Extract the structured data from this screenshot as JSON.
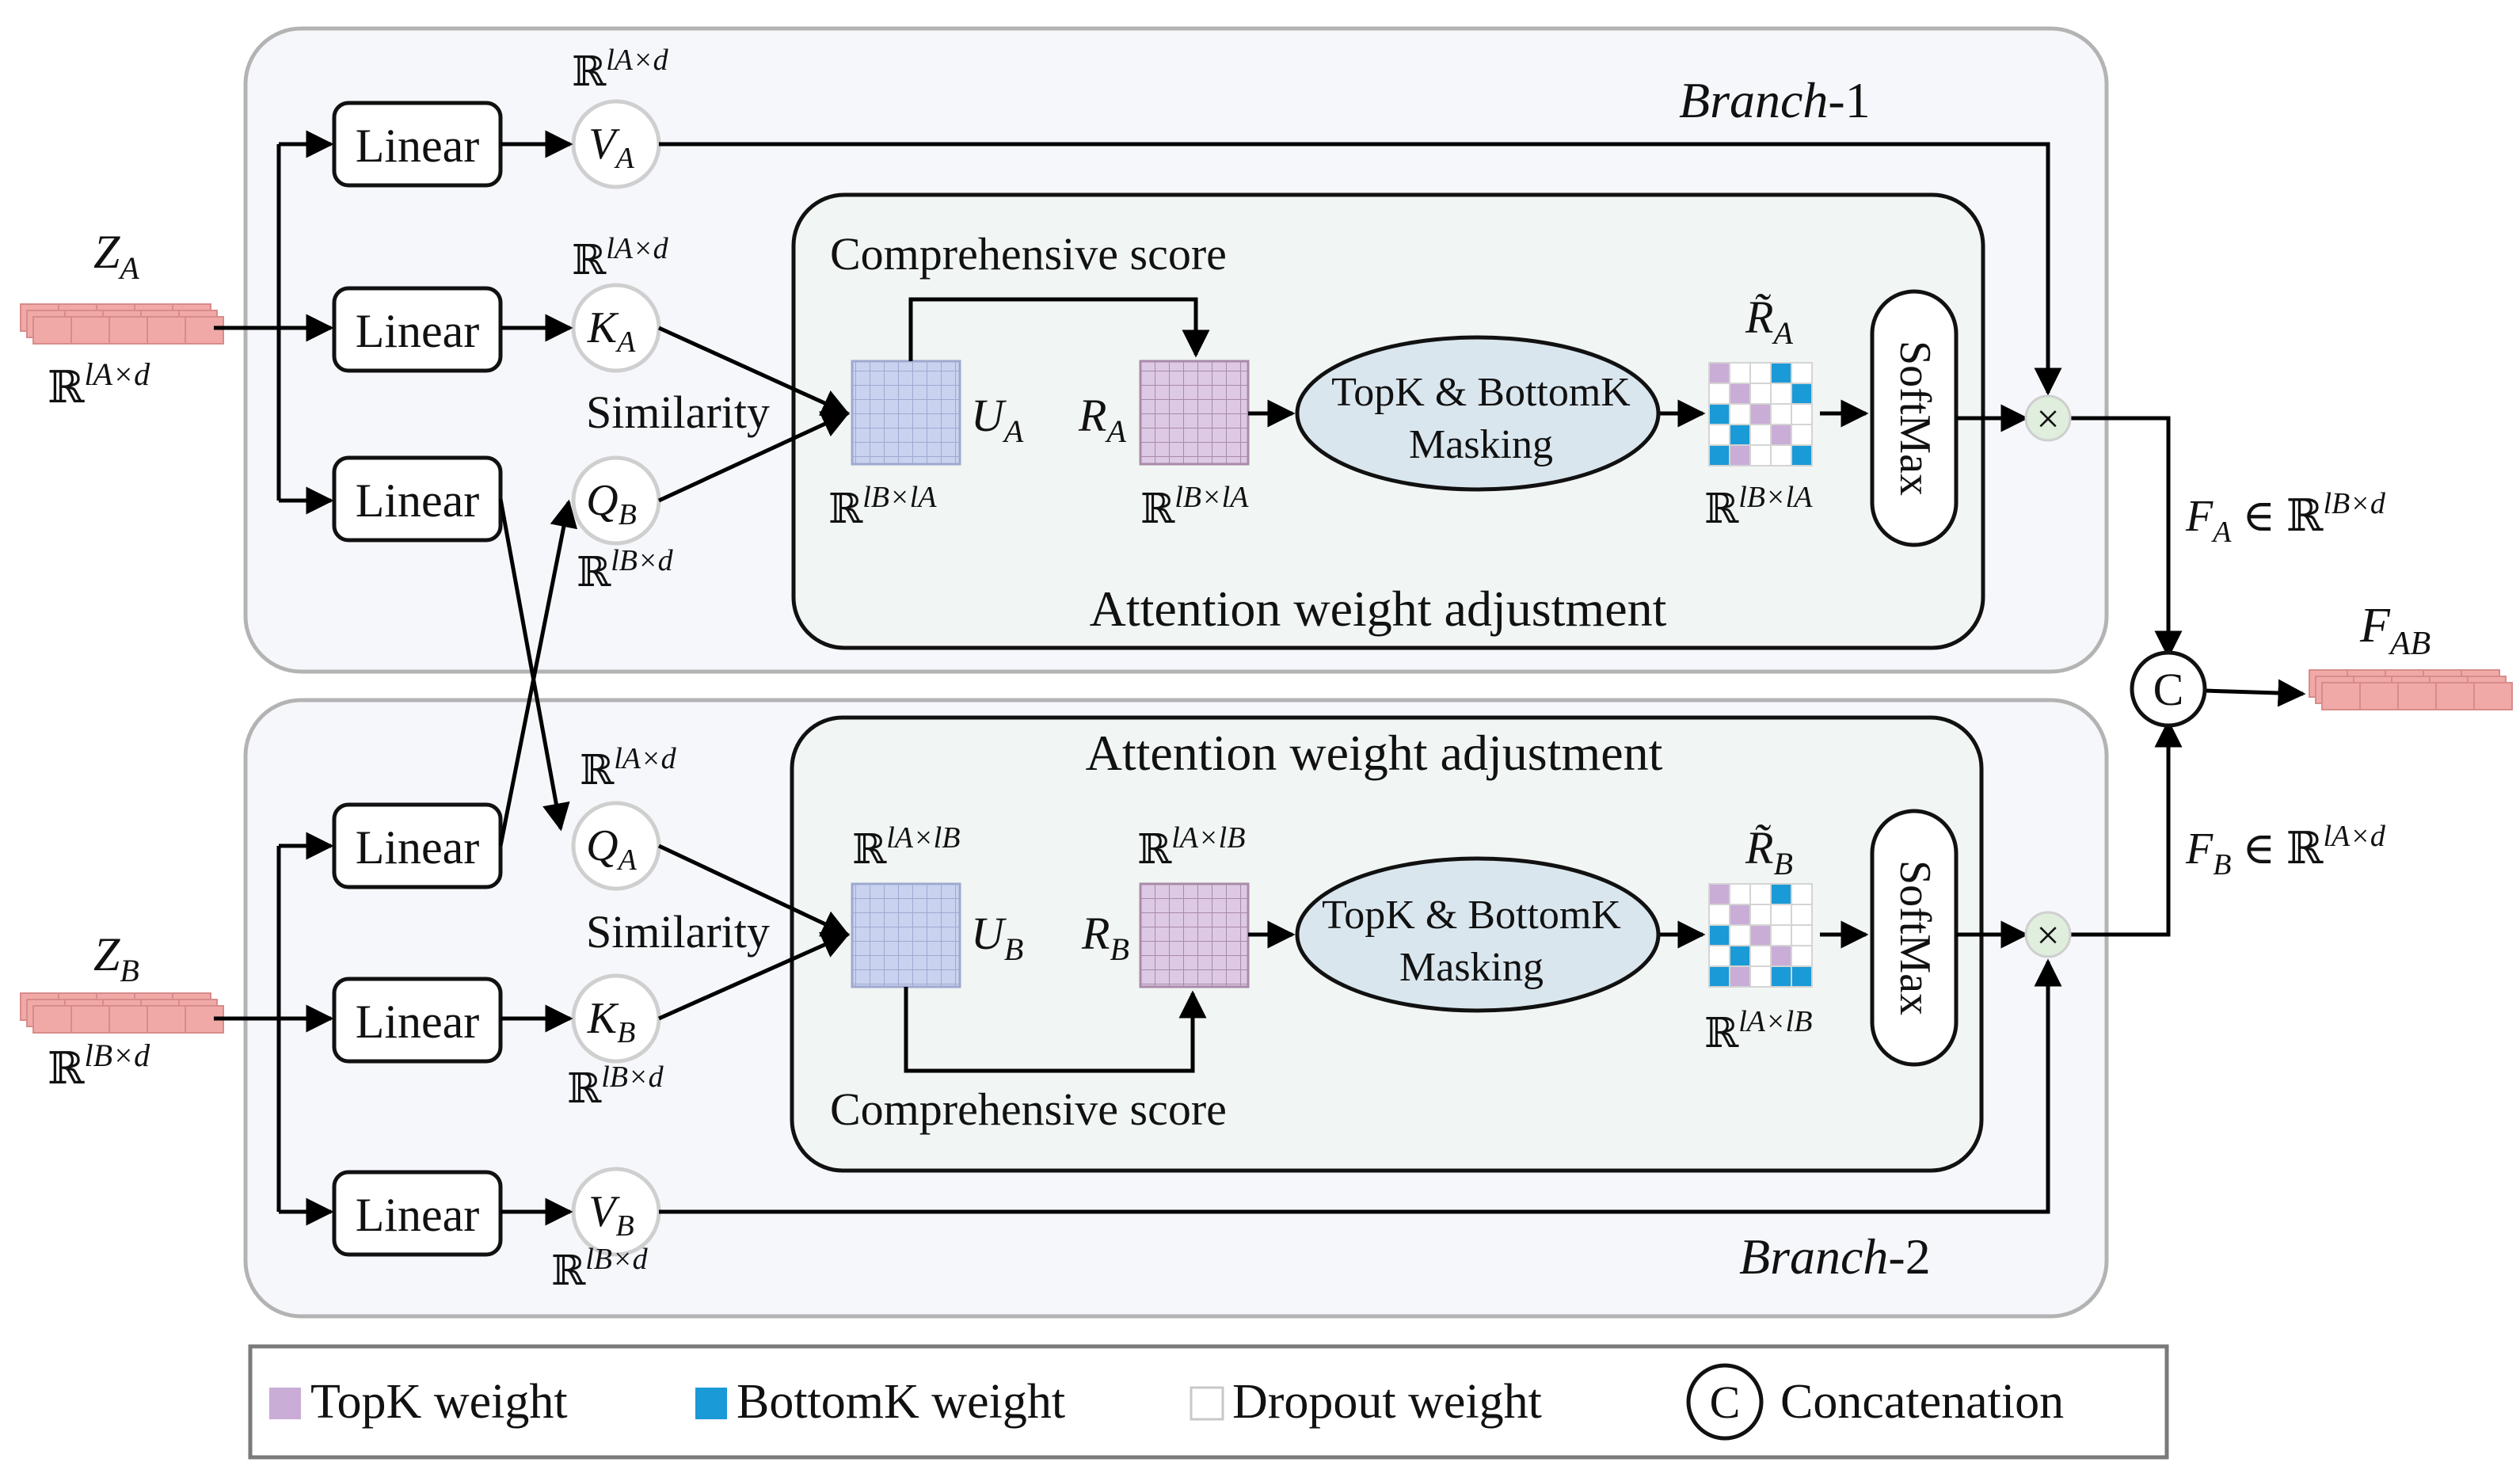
{
  "branch1": {
    "label_italic": "Branch",
    "label_rest": "-1"
  },
  "branch2": {
    "label_italic": "Branch",
    "label_rest": "-2"
  },
  "inputs": {
    "za": {
      "sym": "Z",
      "sub": "A",
      "dim": "ℝ",
      "dim_sup": "lA×d"
    },
    "zb": {
      "sym": "Z",
      "sub": "B",
      "dim": "ℝ",
      "dim_sup": "lB×d"
    }
  },
  "linear_label": "Linear",
  "nodes": {
    "va": {
      "sym": "V",
      "sub": "A",
      "dim": "ℝ",
      "dim_sup": "lA×d"
    },
    "ka": {
      "sym": "K",
      "sub": "A",
      "dim": "ℝ",
      "dim_sup": "lA×d"
    },
    "qb": {
      "sym": "Q",
      "sub": "B",
      "dim": "ℝ",
      "dim_sup": "lB×d"
    },
    "qa": {
      "sym": "Q",
      "sub": "A",
      "dim": "ℝ",
      "dim_sup": "lA×d"
    },
    "kb": {
      "sym": "K",
      "sub": "B",
      "dim": "ℝ",
      "dim_sup": "lB×d"
    },
    "vb": {
      "sym": "V",
      "sub": "B",
      "dim": "ℝ",
      "dim_sup": "lB×d"
    }
  },
  "similarity": "Similarity",
  "comprehensive_score": "Comprehensive score",
  "attention_title": "Attention weight adjustment",
  "masking": {
    "line1": "TopK & BottomK",
    "line2": "Masking"
  },
  "softmax": "SoftMax",
  "upper": {
    "u": {
      "sym": "U",
      "sub": "A",
      "dim": "ℝ",
      "dim_sup": "lB×lA"
    },
    "r": {
      "sym": "R",
      "sub": "A",
      "dim": "ℝ",
      "dim_sup": "lB×lA"
    },
    "rt": {
      "sym": "R̃",
      "sub": "A",
      "dim": "ℝ",
      "dim_sup": "lB×lA"
    },
    "f": {
      "sym": "F",
      "sub": "A",
      "rel": "∈ ℝ",
      "dim_sup": "lB×d"
    }
  },
  "lower": {
    "u": {
      "sym": "U",
      "sub": "B",
      "dim": "ℝ",
      "dim_sup": "lA×lB"
    },
    "r": {
      "sym": "R",
      "sub": "B",
      "dim": "ℝ",
      "dim_sup": "lA×lB"
    },
    "rt": {
      "sym": "R̃",
      "sub": "B",
      "dim": "ℝ",
      "dim_sup": "lA×lB"
    },
    "f": {
      "sym": "F",
      "sub": "B",
      "rel": "∈ ℝ",
      "dim_sup": "lA×d"
    }
  },
  "output": {
    "sym": "F",
    "sub": "AB"
  },
  "concat_symbol": "C",
  "multiply_symbol": "×",
  "legend": {
    "topk": "TopK weight",
    "bottomk": "BottomK weight",
    "dropout": "Dropout weight",
    "concat": "Concatenation",
    "concat_symbol": "C"
  },
  "colors": {
    "topk": "#c9add6",
    "bottomk": "#1a9ad6",
    "dropout": "#ffffff",
    "score_grid_u": "#c9d3f0",
    "score_grid_r": "#ddc9e3",
    "token": "#f1a9a8",
    "mask_ellipse": "#d9e6ee",
    "attention_bg": "#f1f5f3",
    "branch_bg": "#f6f7fb"
  },
  "mask_pattern": {
    "upper": [
      [
        "topk",
        "dropout",
        "dropout",
        "bottomk",
        "dropout"
      ],
      [
        "dropout",
        "topk",
        "dropout",
        "dropout",
        "bottomk"
      ],
      [
        "bottomk",
        "dropout",
        "topk",
        "dropout",
        "dropout"
      ],
      [
        "dropout",
        "bottomk",
        "dropout",
        "topk",
        "dropout"
      ],
      [
        "bottomk",
        "topk",
        "dropout",
        "dropout",
        "bottomk"
      ]
    ],
    "lower": [
      [
        "topk",
        "dropout",
        "dropout",
        "bottomk",
        "dropout"
      ],
      [
        "dropout",
        "topk",
        "dropout",
        "dropout",
        "dropout"
      ],
      [
        "bottomk",
        "dropout",
        "topk",
        "dropout",
        "dropout"
      ],
      [
        "dropout",
        "bottomk",
        "dropout",
        "topk",
        "dropout"
      ],
      [
        "bottomk",
        "topk",
        "dropout",
        "bottomk",
        "bottomk"
      ]
    ]
  }
}
